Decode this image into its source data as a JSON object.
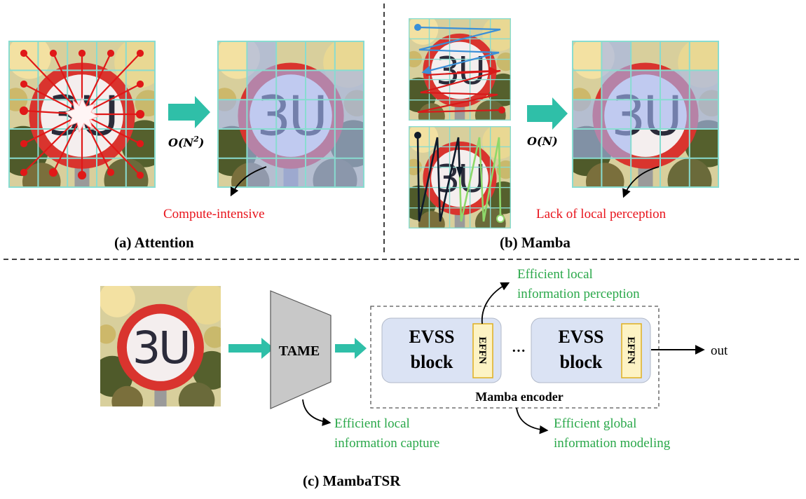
{
  "panels": {
    "attention": {
      "caption": "(a) Attention",
      "complexity": {
        "prefix": "O(N",
        "power": "2",
        "suffix": ")"
      },
      "note": "Compute-intensive"
    },
    "mamba": {
      "caption": "(b) Mamba",
      "complexity": {
        "text": "O(N)"
      },
      "note": "Lack of local perception"
    },
    "mambatsr": {
      "caption": "(c) MambaTSR",
      "tame_label": "TAME",
      "block_title_line1": "EVSS",
      "block_title_line2": "block",
      "effn_label": "EFFN",
      "ellipsis": "···",
      "encoder_label": "Mamba encoder",
      "output_label": "out",
      "effn_note": [
        "Efficient local",
        "information perception"
      ],
      "tame_note": [
        "Efficient local",
        "information capture"
      ],
      "encoder_note": [
        "Efficient global",
        "information modeling"
      ]
    }
  },
  "colors": {
    "note_red": "#e8141c",
    "note_green": "#2aa84a",
    "teal_arrow": "#2fbfa8",
    "grid_line": "#88dcd0",
    "tame_fill": "#c8c8c8",
    "block_fill": "#dbe3f4",
    "effn_fill": "#fdf3c4",
    "effn_border": "#e0b020",
    "highlight": "#9fb3f0",
    "ray_red": "#e01818",
    "scan_blue": "#3a8fd8",
    "scan_red": "#d81a1a",
    "scan_green": "#8ed86a"
  },
  "icons": [
    "speed-limit-30-sign-image",
    "teal-arrow-icon",
    "curved-arrow-icon"
  ]
}
